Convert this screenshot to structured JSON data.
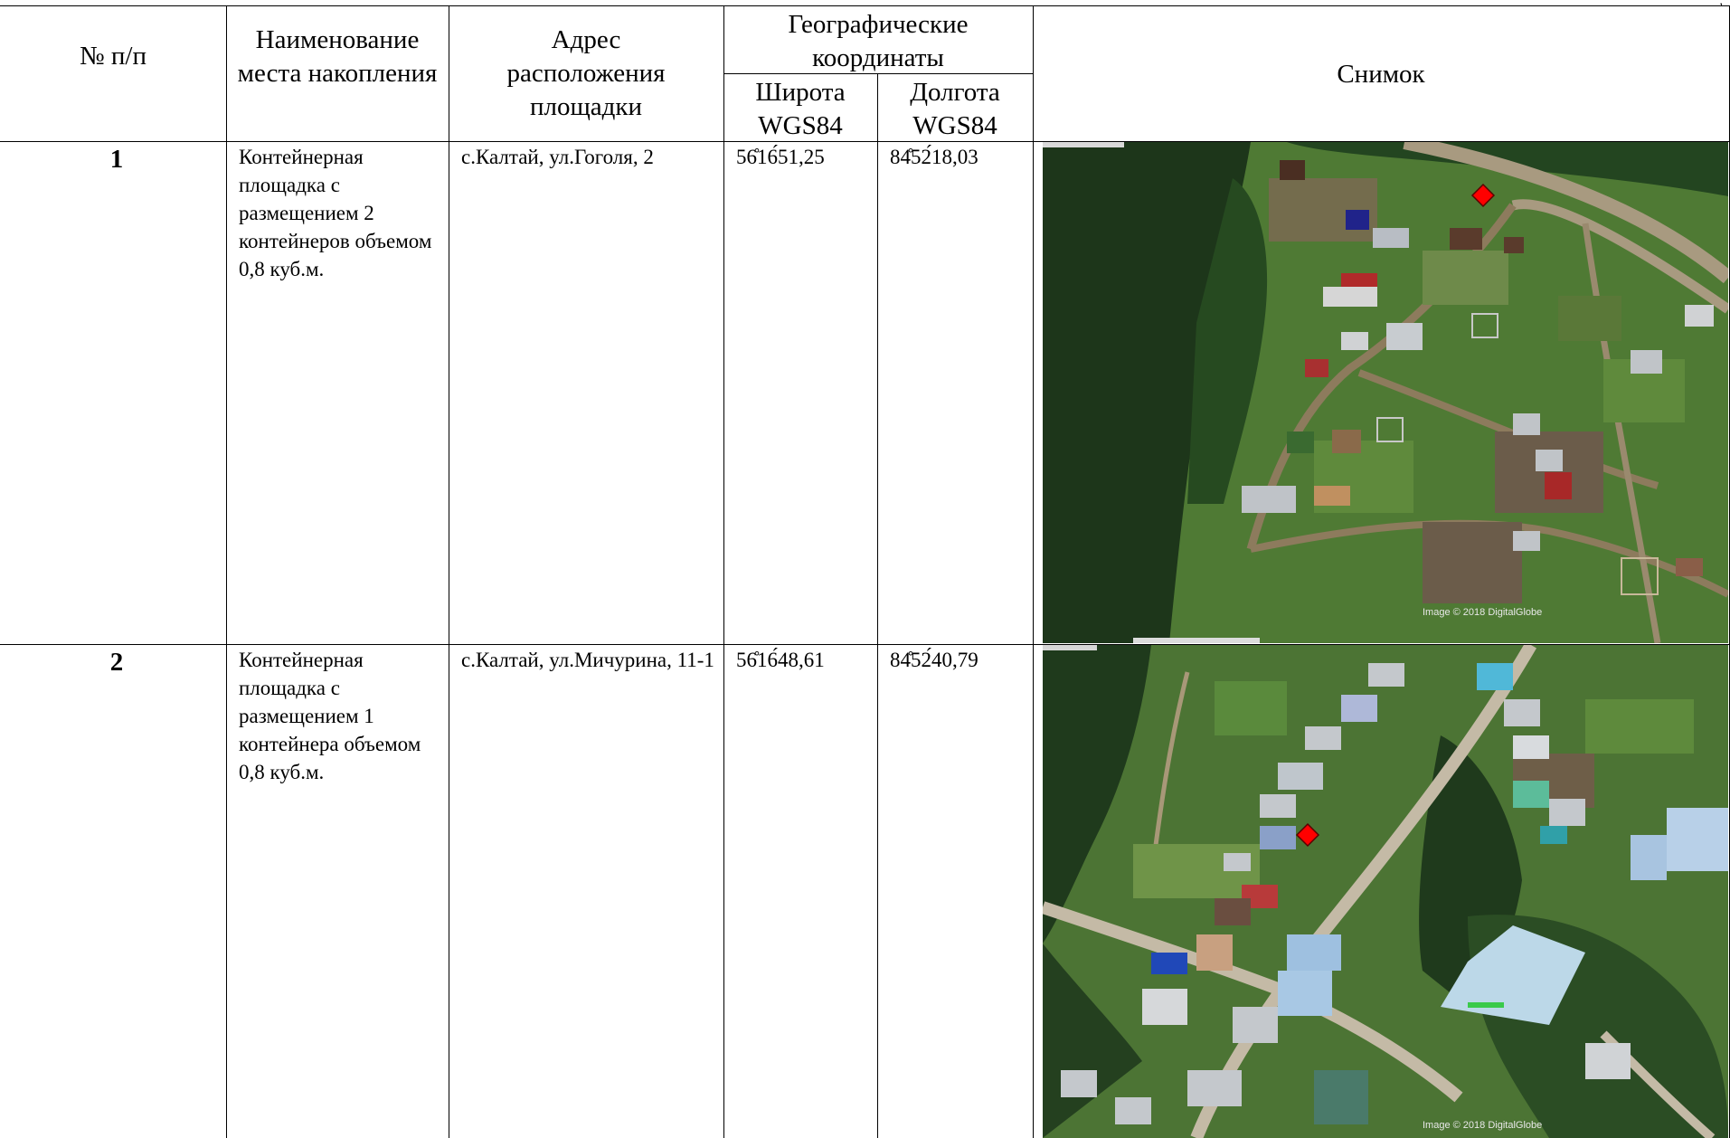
{
  "header": {
    "col_num": "№ п/п",
    "col_name": "Наименование места накопления",
    "col_address": "Адрес расположения площадки",
    "col_geo": "Географические координаты",
    "col_lat": "Широта WGS84",
    "col_lon": "Долгота WGS84",
    "col_photo": "Снимок"
  },
  "rows": [
    {
      "num": "1",
      "name": "Контейнерная площадка с размещением 2 контейнеров объемом 0,8 куб.м.",
      "address": "с.Калтай, ул.Гоголя, 2",
      "lat": "56̊16́51,25",
      "lon": "84̊52́18,03",
      "credit": "Image © 2018 DigitalGlobe"
    },
    {
      "num": "2",
      "name": "Контейнерная площадка с размещением 1 контейнера объемом 0,8 куб.м.",
      "address": "с.Калтай, ул.Мичурина, 11-1",
      "lat": "56̊16́48,61",
      "lon": "84̊52́40,79",
      "credit": "Image © 2018 DigitalGlobe"
    }
  ],
  "colors": {
    "marker": "#ff0000",
    "forest": "#1f3a1c",
    "field": "#4f7a34",
    "road": "#b0a48c"
  },
  "icons": [
    "container-site-marker-icon"
  ]
}
